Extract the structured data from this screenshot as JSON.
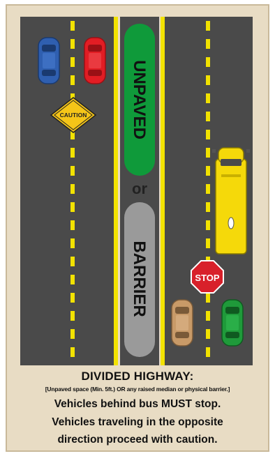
{
  "median": {
    "top_word": "UNPAVED",
    "middle_word": "or",
    "bottom_word": "BARRIER"
  },
  "signs": {
    "caution": "CAUTION",
    "stop": "STOP"
  },
  "caption": {
    "title": "DIVIDED HIGHWAY:",
    "subtitle": "[Unpaved space (Min. 5ft.) OR any raised median or physical barrier.]",
    "line1_before": "Vehicles behind bus ",
    "line1_emphasis": "MUST",
    "line1_after": " stop.",
    "line2": "Vehicles traveling in the opposite",
    "line3": "direction proceed with caution."
  },
  "vehicles": [
    {
      "name": "blue-car",
      "color": "#2f5fb0"
    },
    {
      "name": "red-car",
      "color": "#e21d24"
    },
    {
      "name": "school-bus",
      "color": "#f5d90a"
    },
    {
      "name": "tan-car",
      "color": "#c89a68"
    },
    {
      "name": "green-car",
      "color": "#1f9a3a"
    }
  ],
  "colors": {
    "road": "#4a4a4a",
    "lane_yellow": "#f2e200",
    "median_green": "#0f9a3a",
    "median_gray": "#9a9a9a",
    "frame": "#e8dcc4",
    "caution_sign": "#f5c518",
    "stop_sign": "#d8202a"
  }
}
